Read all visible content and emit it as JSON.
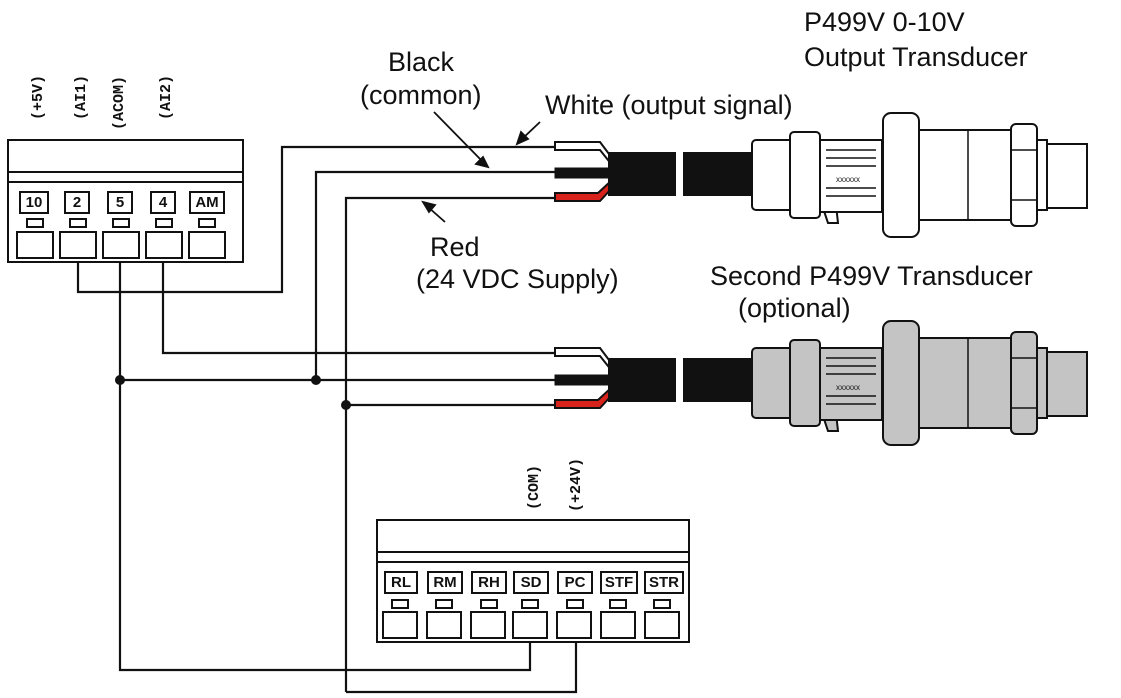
{
  "labels": {
    "transducer1_line1": "P499V  0-10V",
    "transducer1_line2": "Output Transducer",
    "black_line1": "Black",
    "black_line2": "(common)",
    "white": "White  (output signal)",
    "red_line1": "Red",
    "red_line2": "(24 VDC Supply)",
    "transducer2_line1": "Second  P499V  Transducer",
    "transducer2_line2": "(optional)",
    "transducer_marking": "xxxxxx"
  },
  "upper_block": {
    "functions": [
      "(+5V)",
      "(AI1)",
      "(ACOM)",
      "(AI2)"
    ],
    "terminals": [
      "10",
      "2",
      "5",
      "4",
      "AM"
    ]
  },
  "lower_block": {
    "functions": [
      "(COM)",
      "(+24V)"
    ],
    "terminals": [
      "RL",
      "RM",
      "RH",
      "SD",
      "PC",
      "STF",
      "STR"
    ]
  },
  "colors": {
    "wire": "#111111",
    "red_wire": "#d8231c",
    "white_wire": "#ffffff",
    "transducer1_body": "#ffffff",
    "transducer2_body": "#c4c4c4"
  }
}
